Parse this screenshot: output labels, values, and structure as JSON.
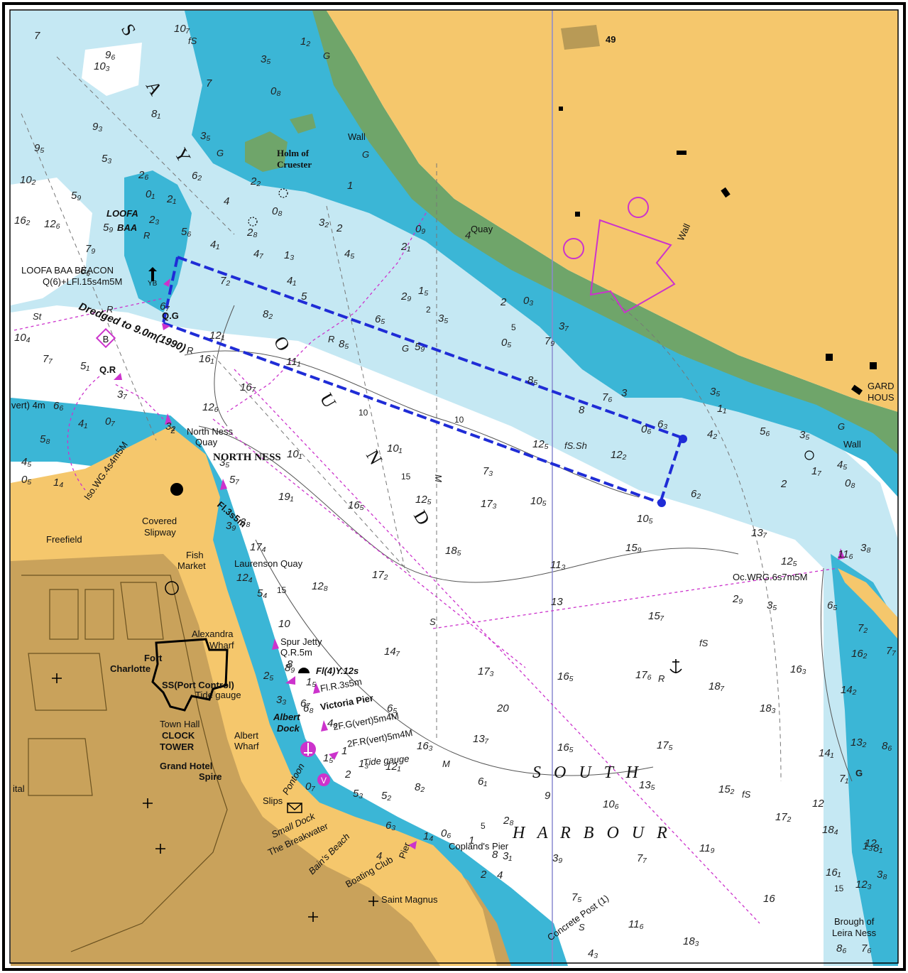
{
  "colors": {
    "land": "#f5c76c",
    "town": "#c9a25b",
    "intertidal": "#6fa56a",
    "shallow_dark": "#3bb6d6",
    "shallow_light": "#c5e8f3",
    "deep": "#ffffff",
    "route_blue": "#1f2cd6",
    "magenta": "#cc33cc",
    "frame": "#000000"
  },
  "water_names": {
    "north_sound_letters": [
      "S",
      "A",
      "Y",
      "O",
      "U",
      "N",
      "D"
    ],
    "south_harbour_line1": "S O U T H",
    "south_harbour_line2": "H A R B O U R"
  },
  "place_labels": {
    "holm_of_cruester_1": "Holm of",
    "holm_of_cruester_2": "Cruester",
    "loofa_baa_1": "LOOFA",
    "loofa_baa_2": "BAA",
    "loofa_beacon": "LOOFA BAA BEACON",
    "loofa_beacon_light": "Q(6)+LFl.15s4m5M",
    "north_ness": "NORTH NESS",
    "north_ness_quay_1": "North Ness",
    "north_ness_quay_2": "Quay",
    "freefield": "Freefield",
    "covered_slipway_1": "Covered",
    "covered_slipway_2": "Slipway",
    "fish_market_1": "Fish",
    "fish_market_2": "Market",
    "laurenson_quay": "Laurenson Quay",
    "alexandra_wharf_1": "Alexandra",
    "alexandra_wharf_2": "Wharf",
    "fort_charlotte_1": "Fort",
    "fort_charlotte_2": "Charlotte",
    "port_control": "SS(Port Control)",
    "tide_gauge_1": "Tide gauge",
    "town_hall": "Town Hall",
    "clock_tower_1": "CLOCK",
    "clock_tower_2": "TOWER",
    "albert_wharf_1": "Albert",
    "albert_wharf_2": "Wharf",
    "grand_hotel_1": "Grand Hotel",
    "grand_hotel_2": "Spire",
    "albert_dock_1": "Albert",
    "albert_dock_2": "Dock",
    "pontoon": "Pontoon",
    "slips": "Slips",
    "small_dock": "Small Dock",
    "the_breakwater": "The Breakwater",
    "bains_beach": "Bain's Beach",
    "boating_club_pier_1": "Boating Club",
    "boating_club_pier_2": "Pier",
    "copland_pier": "Copland's Pier",
    "saint_magnus": "Saint Magnus",
    "concrete_post": "Concrete Post (1)",
    "brough_of_leira_ness_1": "Brough of",
    "brough_of_leira_ness_2": "Leira Ness",
    "gard_hous_1": "GARD",
    "gard_hous_2": "HOUS",
    "ital": "ital",
    "quay_n": "Quay",
    "wall_1": "Wall",
    "wall_2": "Wall",
    "wall_3": "Wall",
    "height_49": "49",
    "dredged": "Dredged to 9.0m(1990)",
    "vert_4m": "vert) 4m",
    "tide_gauge_2": "Tide gauge"
  },
  "lights": {
    "qg": "Q.G",
    "qr": "Q.R",
    "iso_wg": "Iso.WG.4s4m5M",
    "fl3s5m": "Fl.3s5m",
    "spur_jetty": "Spur Jetty",
    "qr5m": "Q.R.5m",
    "fl4y": "Fl(4)Y.12s",
    "flr": "Fl.R.3s5m",
    "victoria_pier": "Victoria Pier",
    "fg_vert": "2F.G(vert)5m4M",
    "fr_vert": "2F.R(vert)5m4M",
    "oc_wrg": "Oc.WRG.6s7m5M",
    "yb": "YB"
  },
  "seabed": {
    "fs_1": "fS",
    "fs_sh": "fS.Sh",
    "fs_2": "fS",
    "fs_3": "fS",
    "s_1": "S",
    "s_2": "S",
    "m_1": "M",
    "m_2": "M",
    "r_1": "R",
    "r_2": "R",
    "r_3": "R",
    "r_4": "R",
    "r_5": "R",
    "st": "St",
    "g_1": "G",
    "g_2": "G",
    "g_3": "G",
    "g_4": "G",
    "g_5": "G",
    "g_6": "G"
  },
  "soundings": [
    "7",
    "10₇",
    "9₆",
    "10₃",
    "7",
    "8₁",
    "9₃",
    "9₅",
    "10₂",
    "5₃",
    "16₂",
    "12₆",
    "5₉",
    "5₉",
    "7₉",
    "6₅",
    "1₂",
    "3₅",
    "0₈",
    "3₅",
    "2₆",
    "0₁",
    "2₁",
    "2₃",
    "6₂",
    "4",
    "2₂",
    "1",
    "0₈",
    "2₈",
    "5₆",
    "4₁",
    "4₇",
    "1₃",
    "3₂",
    "2",
    "0₉",
    "2₁",
    "4₅",
    "4₁",
    "7₂",
    "5",
    "8₂",
    "8₅",
    "6₇",
    "12₁",
    "16₁",
    "11₁",
    "16₇",
    "12₆",
    "7₇",
    "10₄",
    "5₁",
    "3₇",
    "6₆",
    "4₁",
    "0₇",
    "3₂",
    "5₈",
    "4₅",
    "0₅",
    "1₄",
    "5₇",
    "3₉",
    "2₉",
    "1₅",
    "6₅",
    "5₉",
    "3₅",
    "0₅",
    "4",
    "2",
    "0₃",
    "3₇",
    "7₉",
    "8₅",
    "8",
    "7₆",
    "3",
    "0₆",
    "6₃",
    "3₅",
    "1₁",
    "4₂",
    "5₆",
    "3₅",
    "1₇",
    "4₅",
    "0₈",
    "2",
    "6₂",
    "12₅",
    "12₂",
    "7₃",
    "10₁",
    "12₅",
    "17₃",
    "10₅",
    "10₅",
    "10₁",
    "16₅",
    "19₁",
    "17₄",
    "12₄",
    "5₄",
    "10",
    "12₈",
    "17₂",
    "18₅",
    "15₉",
    "11₃",
    "13₇",
    "12₅",
    "11₆",
    "6₅",
    "7₂",
    "3₈",
    "2₉",
    "3₅",
    "15₇",
    "13",
    "14₇",
    "17₃",
    "16₅",
    "17₆",
    "18₇",
    "16₃",
    "18₃",
    "20",
    "13₇",
    "16₅",
    "17₅",
    "14₁",
    "14₂",
    "16₂",
    "13₂",
    "8₆",
    "7₇",
    "6₅",
    "16₃",
    "12₁",
    "6₁",
    "9",
    "10₆",
    "13₅",
    "15₂",
    "17₂",
    "18₄",
    "12",
    "7₁",
    "8₂",
    "5₂",
    "2₈",
    "6₃",
    "1₄",
    "0₆",
    "3₁",
    "3₉",
    "7₇",
    "11₉",
    "16₁",
    "12₃",
    "8₁",
    "3₈",
    "7₅",
    "11₆",
    "18₃",
    "16",
    "8₆",
    "7₆",
    "4₃",
    "6₈",
    "8₉",
    "6₇",
    "4₈",
    "1₅",
    "0₇",
    "5₃",
    "1₃",
    "3₃",
    "2₅",
    "3₅",
    "3₈",
    "8",
    "1₅",
    "1",
    "2",
    "4",
    "1",
    "4",
    "2",
    "8",
    "12",
    "1₃"
  ],
  "contour_labels": [
    "10",
    "15",
    "15",
    "15",
    "10",
    "5",
    "5",
    "2",
    "2"
  ],
  "icons": [
    "anchor-icon",
    "beacon-icon",
    "buoy-icon",
    "church-icon",
    "mooring-icon",
    "harbour-office-icon",
    "light-icon",
    "visitor-icon",
    "marina-icon",
    "wreck-icon"
  ]
}
